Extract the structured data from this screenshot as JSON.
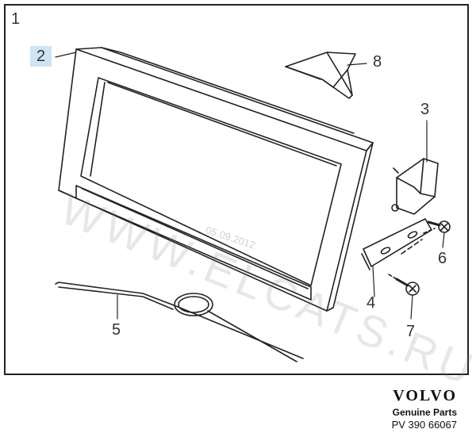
{
  "diagram": {
    "frame_label": "1",
    "callouts": [
      {
        "id": "part-2",
        "label": "2"
      },
      {
        "id": "part-3",
        "label": "3"
      },
      {
        "id": "part-4",
        "label": "4"
      },
      {
        "id": "part-5",
        "label": "5"
      },
      {
        "id": "part-6",
        "label": "6"
      },
      {
        "id": "part-7",
        "label": "7"
      },
      {
        "id": "part-8",
        "label": "8"
      }
    ],
    "highlighted": "2"
  },
  "watermark": {
    "text": "WWW.ELCATS.RU",
    "date": "05.09.2012"
  },
  "branding": {
    "logo": "VOLVO",
    "subtitle": "Genuine Parts",
    "part_code": "PV 390 66067"
  },
  "colors": {
    "highlight": "#cfe3f3",
    "line": "#222222"
  }
}
